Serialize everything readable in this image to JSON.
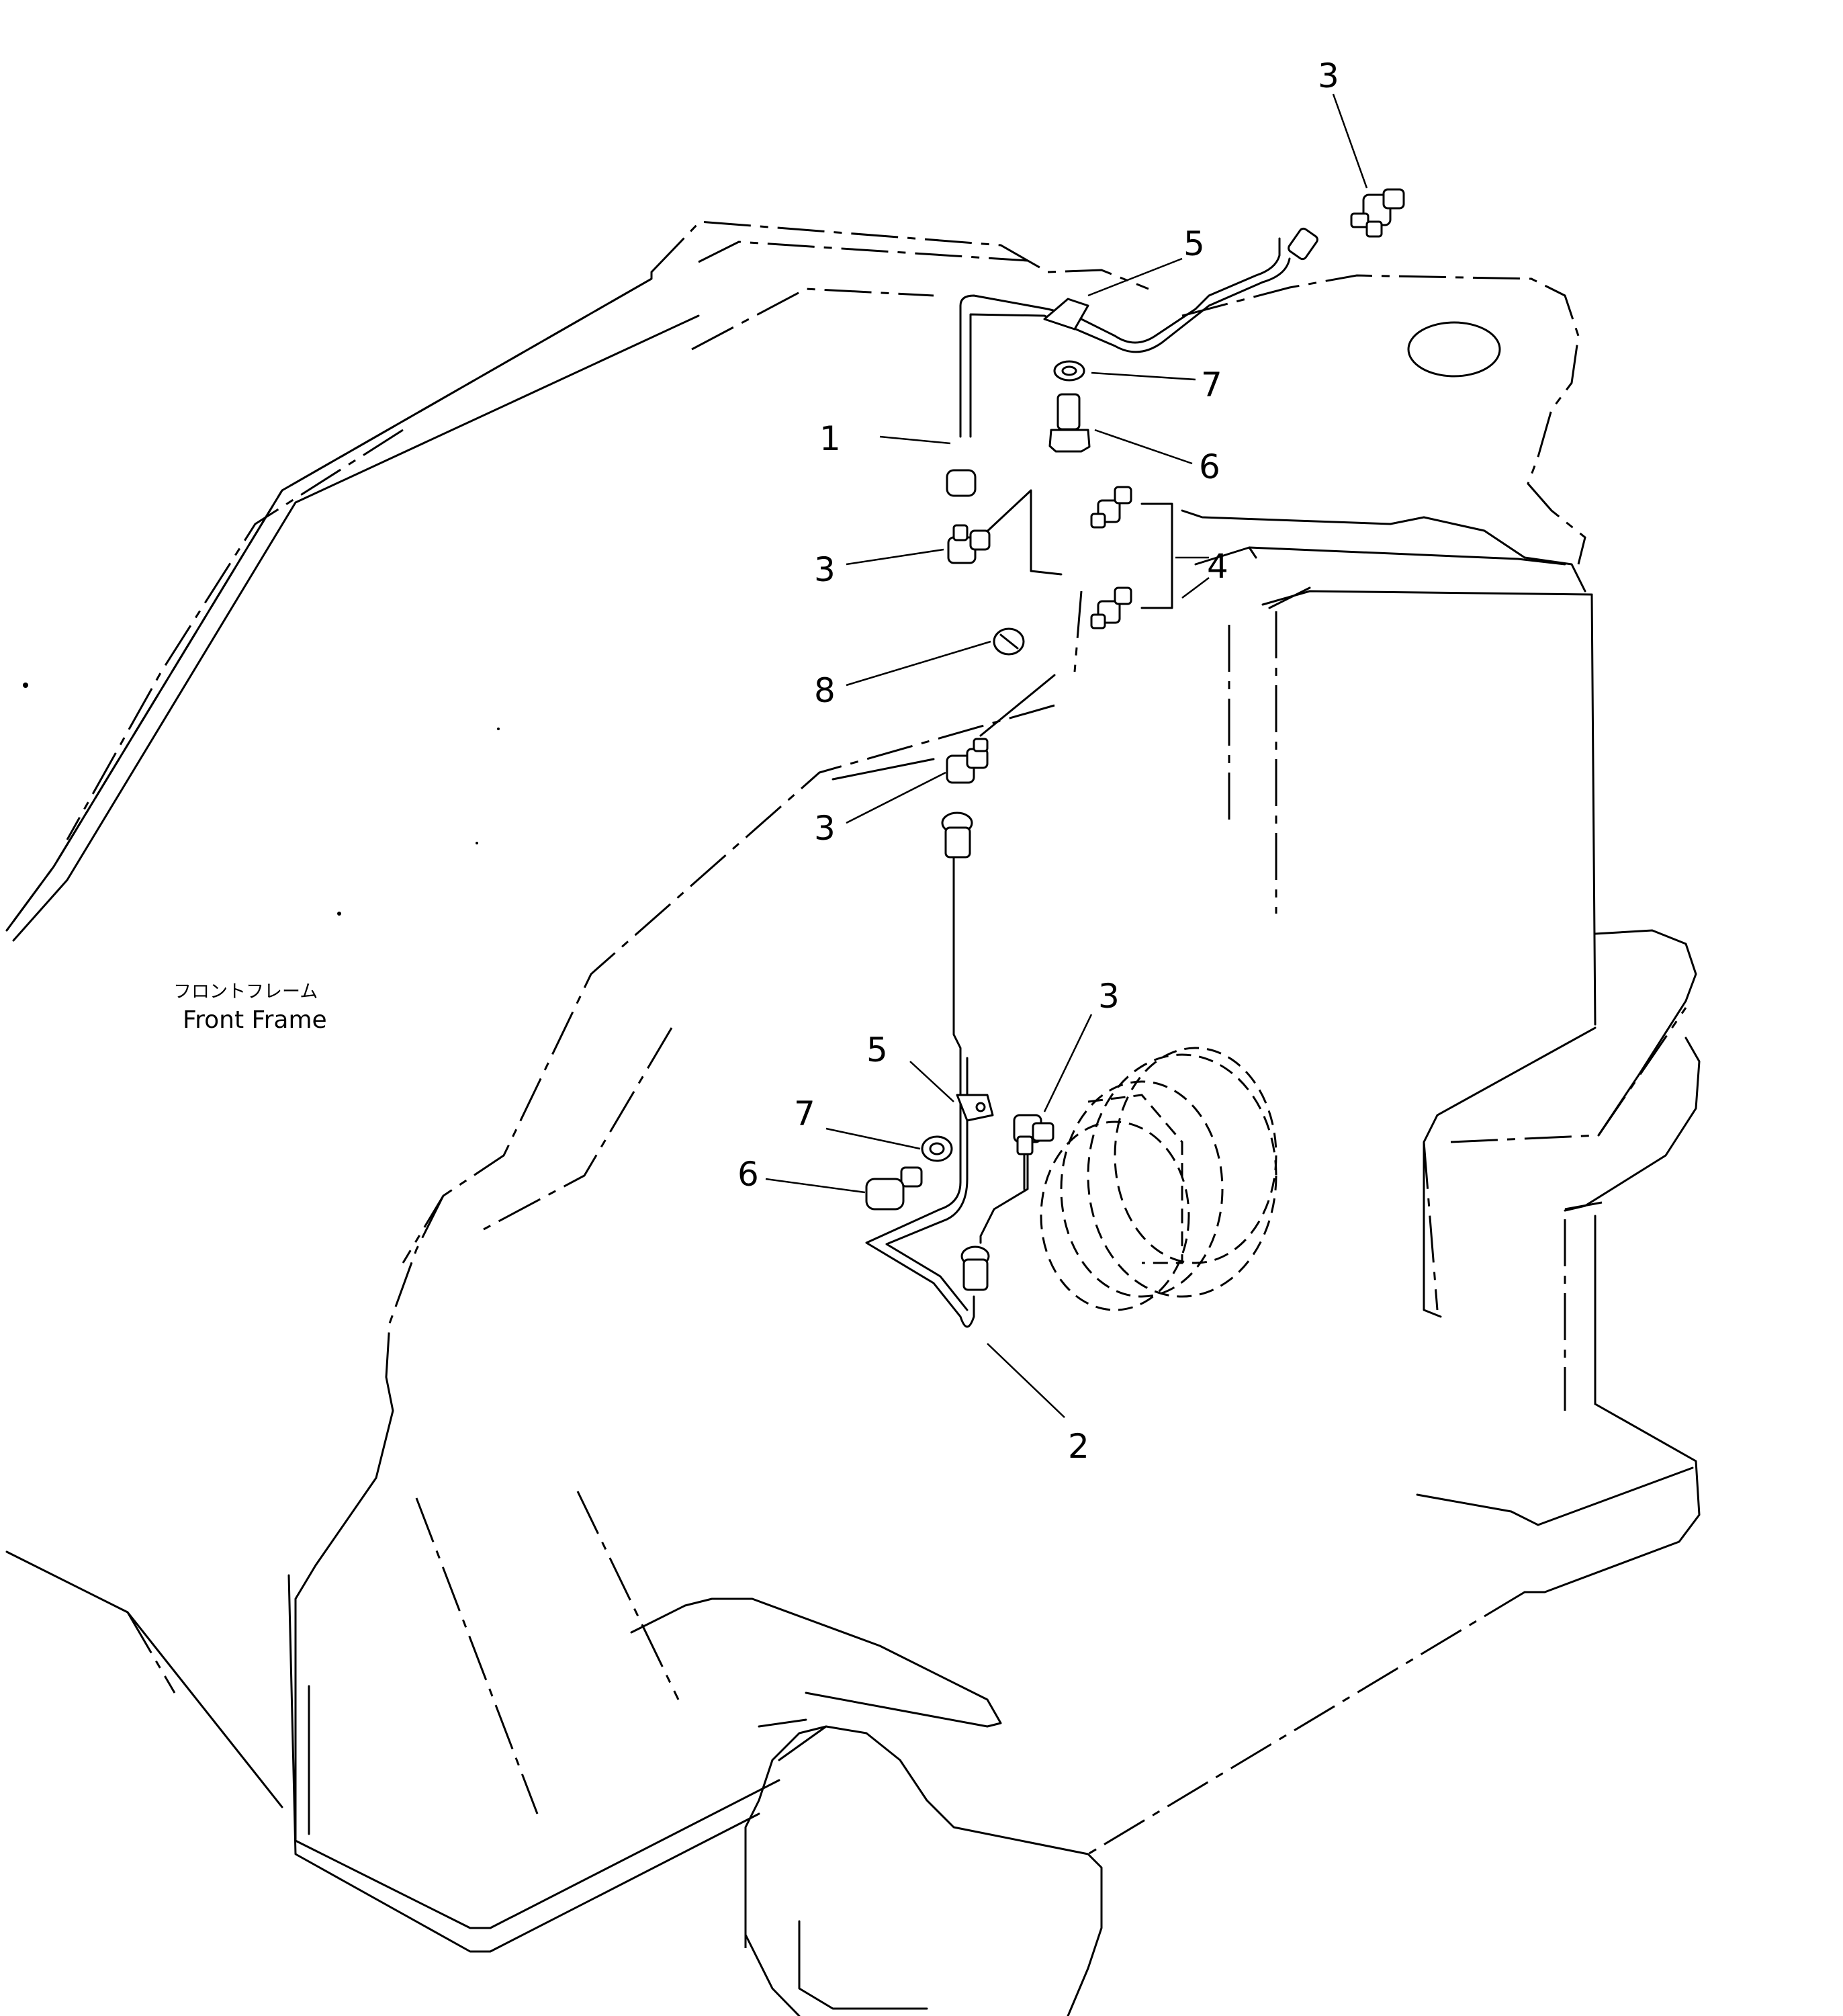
{
  "frame_label": {
    "japanese": "フロントフレーム",
    "english": "Front Frame"
  },
  "callouts": {
    "c1": "1",
    "c2": "2",
    "c3_top": "3",
    "c3_left_upper": "3",
    "c3_left_lower": "3",
    "c3_center": "3",
    "c4": "4",
    "c5_top": "5",
    "c5_bottom": "5",
    "c6_top": "6",
    "c6_bottom": "6",
    "c7_top": "7",
    "c7_bottom": "7",
    "c8": "8"
  }
}
